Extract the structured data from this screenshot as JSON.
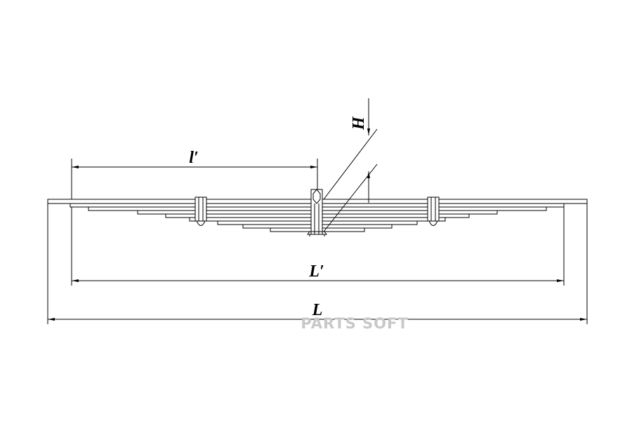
{
  "dimensions": {
    "small_l": "l′",
    "big_l_prime": "L′",
    "big_l": "L",
    "height": "H"
  },
  "watermark": "PARTS SOFT",
  "colors": {
    "line": "#000000",
    "background": "#ffffff",
    "watermark": "#c8c8c8"
  }
}
